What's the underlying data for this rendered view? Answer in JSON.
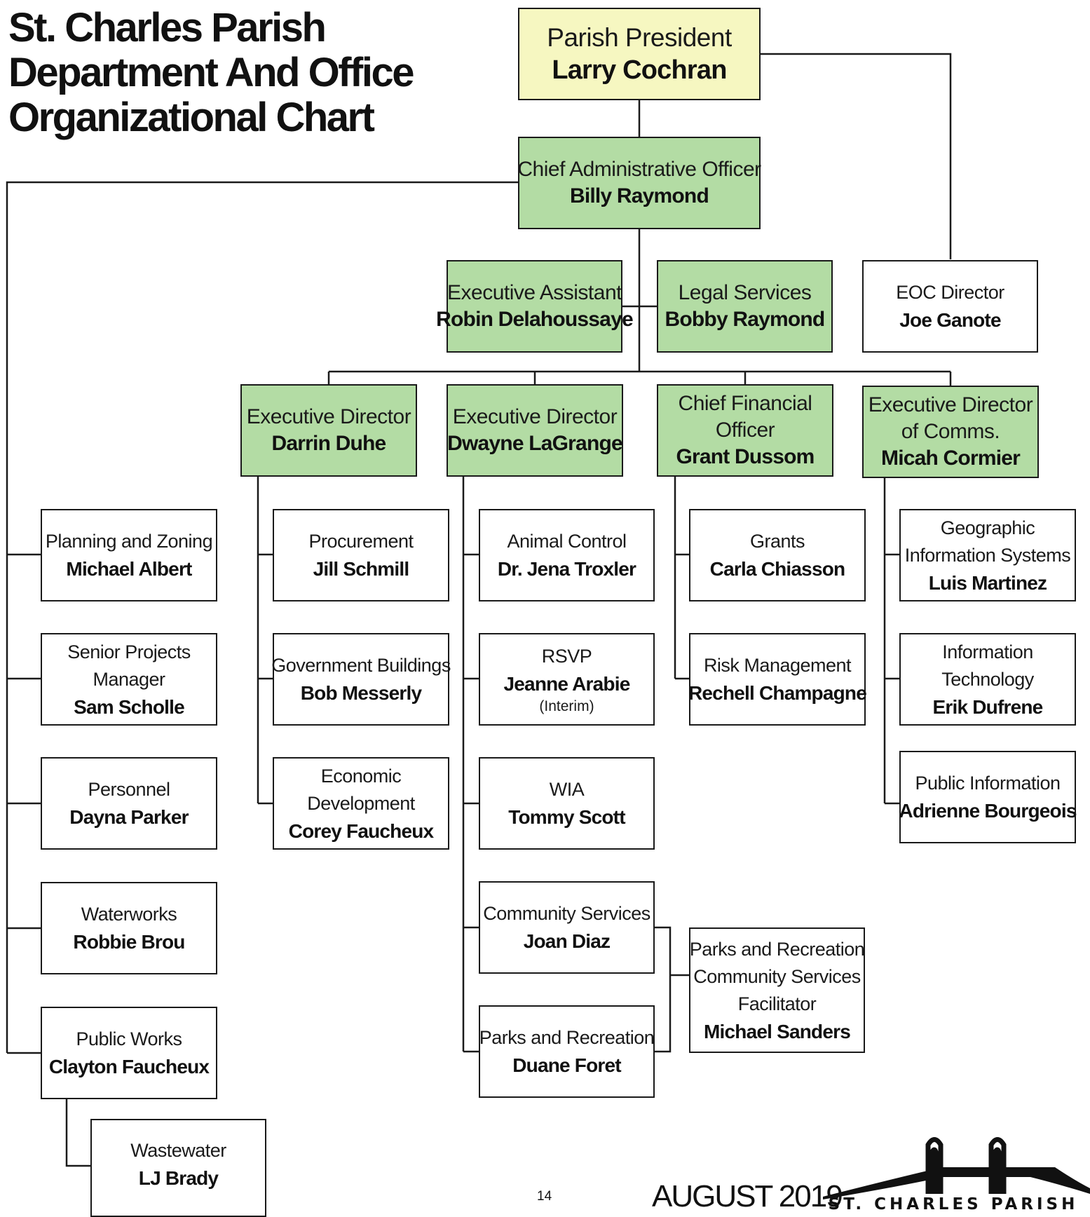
{
  "title": {
    "line1": "St. Charles Parish",
    "line2": "Department And Office",
    "line3": "Organizational Chart"
  },
  "president": {
    "role": "Parish President",
    "name": "Larry Cochran"
  },
  "cao": {
    "role": "Chief Administrative Officer",
    "name": "Billy Raymond"
  },
  "exec_assistant": {
    "role": "Executive Assistant",
    "name": "Robin Delahoussaye"
  },
  "legal": {
    "role": "Legal Services",
    "name": "Bobby Raymond"
  },
  "eoc": {
    "role": "EOC Director",
    "name": "Joe Ganote"
  },
  "directors": [
    {
      "role": "Executive Director",
      "name": "Darrin Duhe"
    },
    {
      "role": "Executive Director",
      "name": "Dwayne LaGrange"
    },
    {
      "role1": "Chief Financial",
      "role2": "Officer",
      "name": "Grant Dussom"
    },
    {
      "role1": "Executive Director",
      "role2": "of Comms.",
      "name": "Micah Cormier"
    }
  ],
  "cao_departments": [
    {
      "role": "Planning and Zoning",
      "name": "Michael Albert"
    },
    {
      "role1": "Senior Projects",
      "role2": "Manager",
      "name": "Sam Scholle"
    },
    {
      "role": "Personnel",
      "name": "Dayna Parker"
    },
    {
      "role": "Waterworks",
      "name": "Robbie Brou"
    },
    {
      "role": "Public Works",
      "name": "Clayton Faucheux"
    }
  ],
  "wastewater": {
    "role": "Wastewater",
    "name": "LJ Brady"
  },
  "duhe_departments": [
    {
      "role": "Procurement",
      "name": "Jill Schmill"
    },
    {
      "role": "Government Buildings",
      "name": "Bob Messerly"
    },
    {
      "role1": "Economic",
      "role2": "Development",
      "name": "Corey Faucheux"
    }
  ],
  "lagrange_departments": [
    {
      "role": "Animal Control",
      "name": "Dr. Jena Troxler"
    },
    {
      "role": "RSVP",
      "name": "Jeanne Arabie",
      "note": "(Interim)"
    },
    {
      "role": "WIA",
      "name": "Tommy Scott"
    },
    {
      "role": "Community Services",
      "name": "Joan Diaz"
    },
    {
      "role": "Parks and Recreation",
      "name": "Duane Foret"
    }
  ],
  "facilitator": {
    "role1": "Parks and Recreation",
    "role2": "Community Services",
    "role3": "Facilitator",
    "name": "Michael Sanders"
  },
  "cfo_departments": [
    {
      "role": "Grants",
      "name": "Carla Chiasson"
    },
    {
      "role": "Risk Management",
      "name": "Rechell Champagne"
    }
  ],
  "comms_departments": [
    {
      "role1": "Geographic",
      "role2": "Information Systems",
      "name": "Luis Martinez"
    },
    {
      "role1": "Information",
      "role2": "Technology",
      "name": "Erik Dufrene"
    },
    {
      "role": "Public Information",
      "name": "Adrienne Bourgeois"
    }
  ],
  "footer": {
    "page": "14",
    "date": "AUGUST 2019",
    "logo_text": "ST. CHARLES PARISH"
  },
  "colors": {
    "president_fill": "#f6f7c1",
    "leadership_fill": "#b3dca4",
    "line": "#1a1a1a"
  }
}
